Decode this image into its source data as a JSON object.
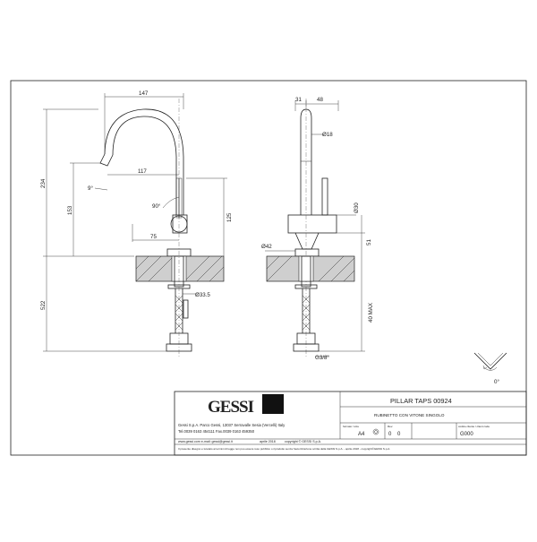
{
  "brand": {
    "logo": "GESSI"
  },
  "company": {
    "address": "Gessi S.p.A. Parco Gessi, 13037 Serravalle Sesia (Vercelli) Italy",
    "contacts": "Tel.0039  0163  454111  Fax.0039  0163  459350",
    "web": "www.gessi.com  e-mail: gessi@gessi.it",
    "date_note": "aprile 2018",
    "copyright": "copyright © GESSI S.p.A.",
    "legal": "Il presente disegno e tutelato ai termini di legge non puo essere reso pubblico o riprodotto senza l'autorizzazione scritta della GESSI S.p.A. - aprile 2018 - copyright©GESSI S.p.A."
  },
  "title_block": {
    "product": "PILLAR TAPS  00924",
    "subtitle": "RUBINETTO CON VITONE SINGOLO",
    "format_label": "formato / size",
    "format_value": "A4",
    "rev_label": "Rev.",
    "rev_values": [
      "0",
      "0"
    ],
    "code_label": "codice cliente / client code",
    "code_value": "G000"
  },
  "dimensions": {
    "front": {
      "width_top": "147",
      "spout_reach": "117",
      "spout_angle": "9°",
      "height_total": "234",
      "height_spout": "153",
      "handle_angle": "90°",
      "handle_length": "75",
      "handle_height": "125",
      "below_deck": "522",
      "hole_dia": "Ø33.5"
    },
    "side": {
      "offset_left": "31",
      "offset_right": "48",
      "spout_dia": "Ø18",
      "handle_dia": "Ø30",
      "handle_offset": "51",
      "base_dia": "Ø42",
      "deck_max": "40 MAX",
      "thread": "G3/8\""
    },
    "rotation_angle": "0°"
  }
}
